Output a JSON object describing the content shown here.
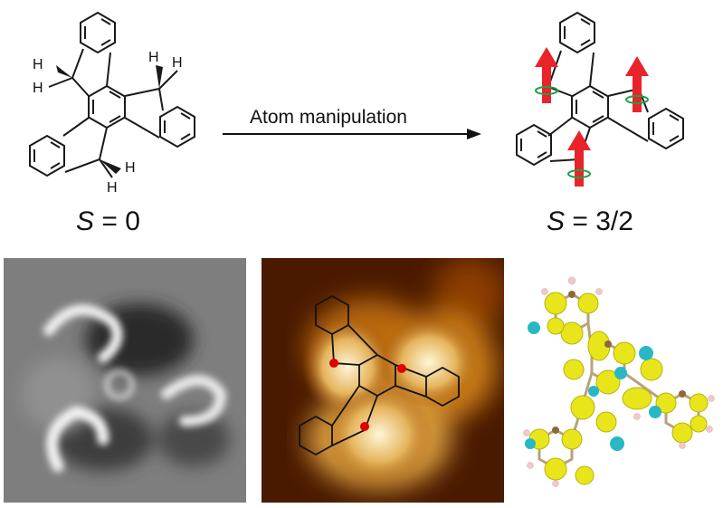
{
  "reaction": {
    "arrow_label": "Atom manipulation"
  },
  "reactant": {
    "spin_symbol": "S",
    "spin_value": "= 0",
    "hydrogen_label": "H"
  },
  "product": {
    "spin_symbol": "S",
    "spin_value": "= 3/2"
  },
  "colors": {
    "bond": "#1a1a1a",
    "spin_arrow": "#e8242a",
    "spin_ring": "#1f9e48",
    "radical_dot": "#e00000",
    "density_yellow": "#e9e51b",
    "density_cyan": "#27b8c4",
    "carbon": "#8a6a3a",
    "hydrogen": "#f2c8c8"
  },
  "panels": [
    {
      "name": "afm-grayscale-image"
    },
    {
      "name": "stm-topography-image"
    },
    {
      "name": "spin-density-render"
    }
  ]
}
